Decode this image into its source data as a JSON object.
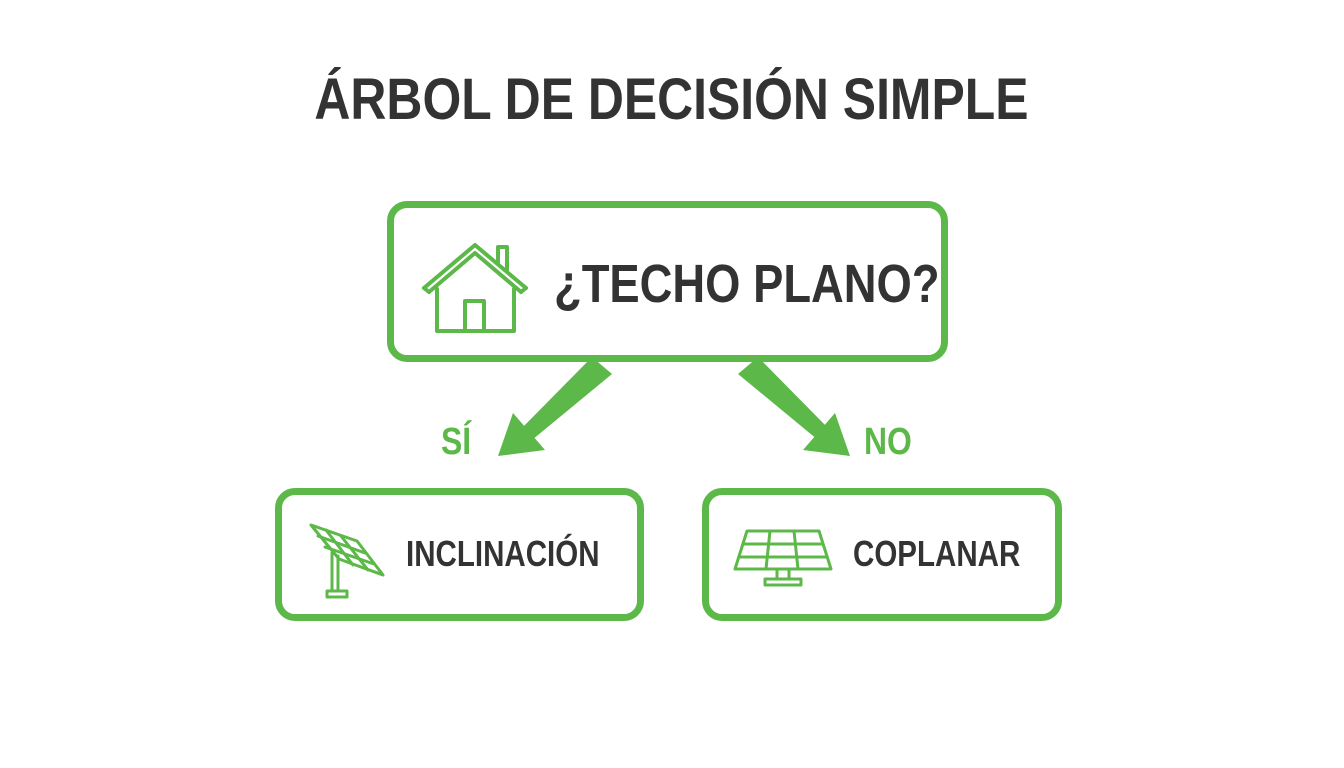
{
  "title": "ÁRBOL DE DECISIÓN SIMPLE",
  "accent_color": "#5cb848",
  "text_color": "#333333",
  "root": {
    "label": "¿TECHO PLANO?",
    "icon": "house-icon"
  },
  "branches": {
    "yes_label": "SÍ",
    "no_label": "NO"
  },
  "leaves": {
    "left": {
      "label": "INCLINACIÓN",
      "icon": "tilted-solar-panel-icon"
    },
    "right": {
      "label": "COPLANAR",
      "icon": "flat-solar-panel-icon"
    }
  }
}
